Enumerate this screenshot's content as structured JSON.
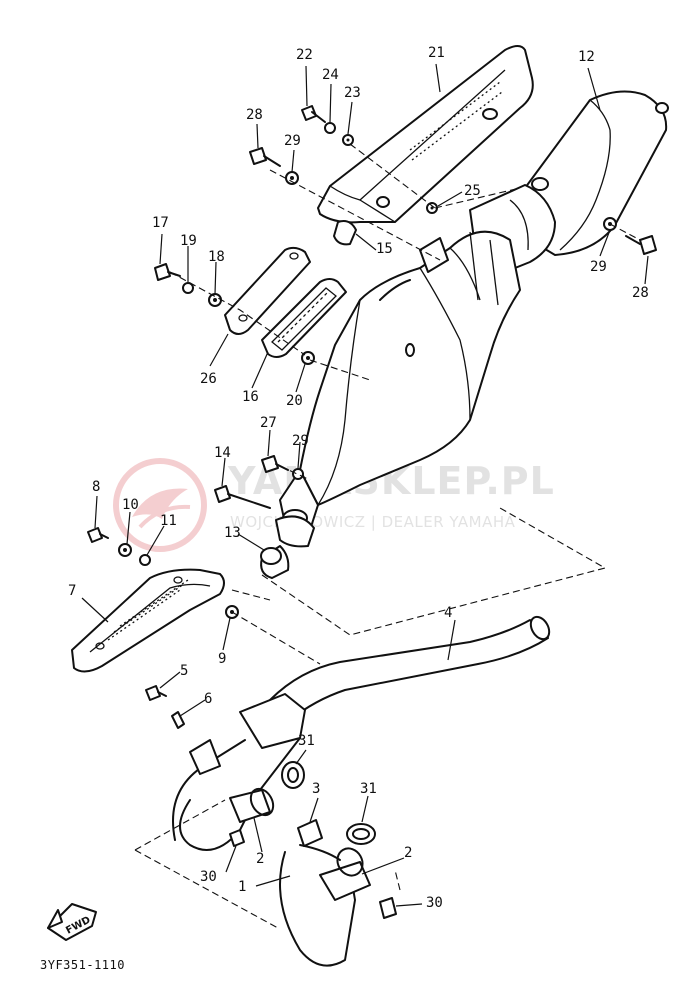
{
  "diagram": {
    "catalog_code": "3YF351-1110",
    "forward_marker": "FWD",
    "watermark": {
      "brand": "YAMASKLEP.PL",
      "tagline": "WOJCIECHOWICZ | DEALER YAMAHA"
    },
    "callouts": [
      {
        "id": "c22a",
        "label": "22"
      },
      {
        "id": "c24",
        "label": "24"
      },
      {
        "id": "c23",
        "label": "23"
      },
      {
        "id": "c21",
        "label": "21"
      },
      {
        "id": "c12",
        "label": "12"
      },
      {
        "id": "c28a",
        "label": "28"
      },
      {
        "id": "c29a",
        "label": "29"
      },
      {
        "id": "c25",
        "label": "25"
      },
      {
        "id": "c15",
        "label": "15"
      },
      {
        "id": "c29b",
        "label": "29"
      },
      {
        "id": "c28b",
        "label": "28"
      },
      {
        "id": "c17",
        "label": "17"
      },
      {
        "id": "c19",
        "label": "19"
      },
      {
        "id": "c18",
        "label": "18"
      },
      {
        "id": "c26",
        "label": "26"
      },
      {
        "id": "c16",
        "label": "16"
      },
      {
        "id": "c20",
        "label": "20"
      },
      {
        "id": "c27",
        "label": "27"
      },
      {
        "id": "c29c",
        "label": "29"
      },
      {
        "id": "c14",
        "label": "14"
      },
      {
        "id": "c8",
        "label": "8"
      },
      {
        "id": "c10",
        "label": "10"
      },
      {
        "id": "c11",
        "label": "11"
      },
      {
        "id": "c13",
        "label": "13"
      },
      {
        "id": "c7",
        "label": "7"
      },
      {
        "id": "c9",
        "label": "9"
      },
      {
        "id": "c4",
        "label": "4"
      },
      {
        "id": "c5",
        "label": "5"
      },
      {
        "id": "c6",
        "label": "6"
      },
      {
        "id": "c31a",
        "label": "31"
      },
      {
        "id": "c3",
        "label": "3"
      },
      {
        "id": "c31b",
        "label": "31"
      },
      {
        "id": "c2a",
        "label": "2"
      },
      {
        "id": "c2b",
        "label": "2"
      },
      {
        "id": "c30a",
        "label": "30"
      },
      {
        "id": "c30b",
        "label": "30"
      },
      {
        "id": "c1",
        "label": "1"
      }
    ]
  }
}
